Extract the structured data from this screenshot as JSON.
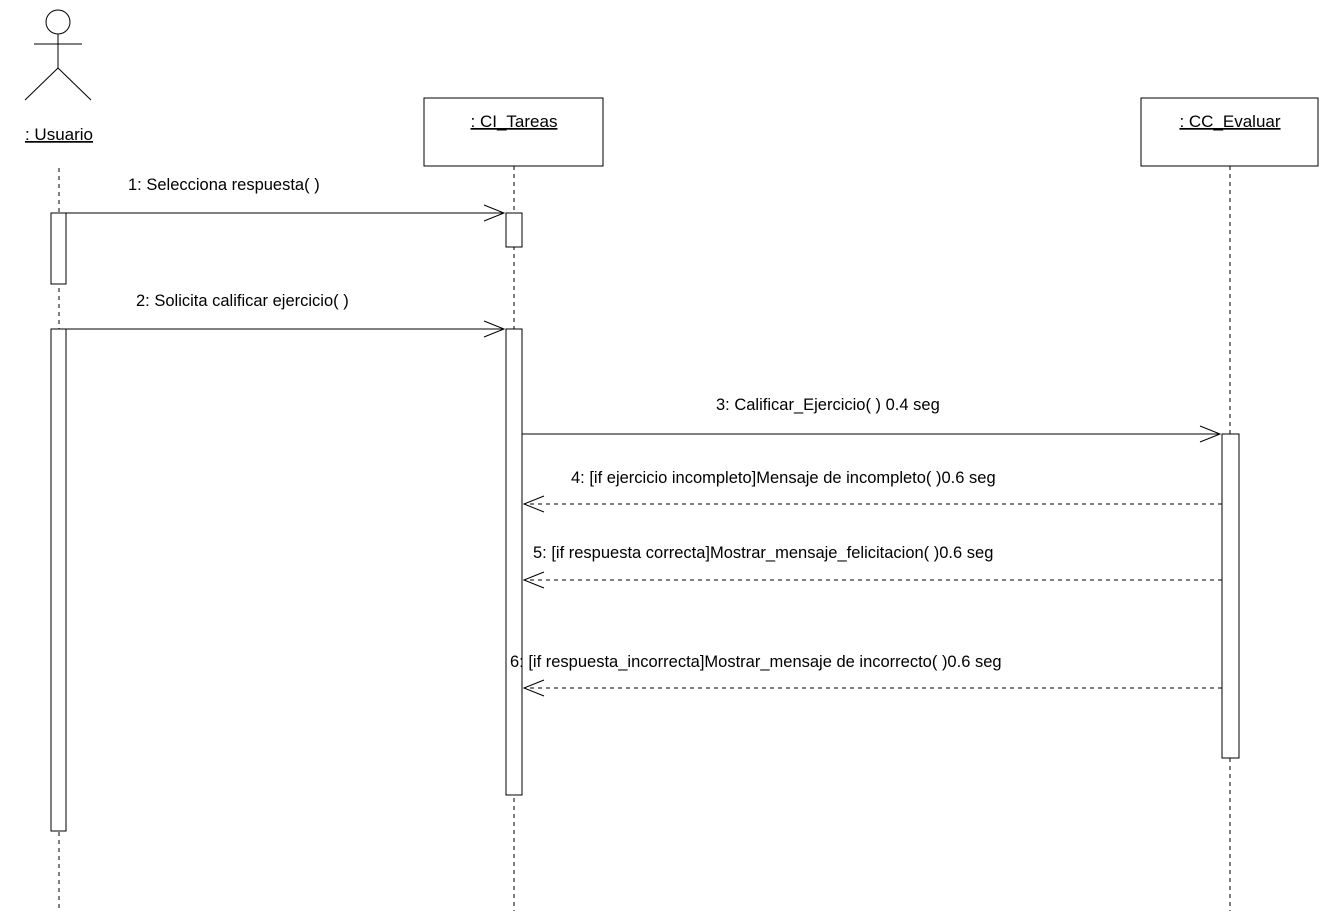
{
  "participants": {
    "usuario": {
      "label": ": Usuario",
      "kind": "actor"
    },
    "ci_tareas": {
      "label": ": CI_Tareas",
      "kind": "object"
    },
    "cc_evaluar": {
      "label": ": CC_Evaluar",
      "kind": "object"
    }
  },
  "messages": [
    {
      "label": "1: Selecciona respuesta( )",
      "from": "usuario",
      "to": "ci_tareas",
      "type": "call"
    },
    {
      "label": "2: Solicita calificar ejercicio( )",
      "from": "usuario",
      "to": "ci_tareas",
      "type": "call"
    },
    {
      "label": "3: Calificar_Ejercicio( ) 0.4 seg",
      "from": "ci_tareas",
      "to": "cc_evaluar",
      "type": "call"
    },
    {
      "label": "4: [if  ejercicio incompleto]Mensaje de incompleto( )0.6 seg",
      "from": "cc_evaluar",
      "to": "ci_tareas",
      "type": "return"
    },
    {
      "label": "5: [if respuesta correcta]Mostrar_mensaje_felicitacion( )0.6 seg",
      "from": "cc_evaluar",
      "to": "ci_tareas",
      "type": "return"
    },
    {
      "label": "6: [if respuesta_incorrecta]Mostrar_mensaje de incorrecto( )0.6 seg",
      "from": "cc_evaluar",
      "to": "ci_tareas",
      "type": "return"
    }
  ]
}
